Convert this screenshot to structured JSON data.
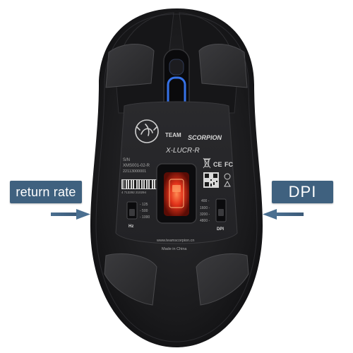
{
  "callouts": {
    "left_label": "return rate",
    "right_label": "DPI"
  },
  "mouse": {
    "brand_line1": "TEAM",
    "brand_line2": "SCORPION",
    "model": "X-LUCR-R",
    "sticker_line1": "S/N",
    "sticker_line2": "XMS001-02-R",
    "sticker_line3": "22113000001",
    "barcode_digits": "4 713292 210294",
    "hz_options": [
      "- 125",
      "- 500",
      "- 1000"
    ],
    "hz_label": "Hz",
    "dpi_options": [
      "400 -",
      "1600 -",
      "3200 -",
      "4800 -"
    ],
    "dpi_label": "DPI",
    "website": "www.teamscorpion.cn",
    "made_in": "Made in China",
    "cert_marks": [
      "CE",
      "FC"
    ]
  },
  "colors": {
    "callout_bg": "#3f617f",
    "arrow": "#4a6f90",
    "mouse_body": "#1b1b1d",
    "sensor_glow": "#e2321a",
    "scroll_glow": "#3b7dff"
  },
  "icons": [
    "scorpion-logo-icon",
    "recycle-bin-icon",
    "qr-code-icon",
    "arrow-right-icon",
    "arrow-left-icon"
  ]
}
